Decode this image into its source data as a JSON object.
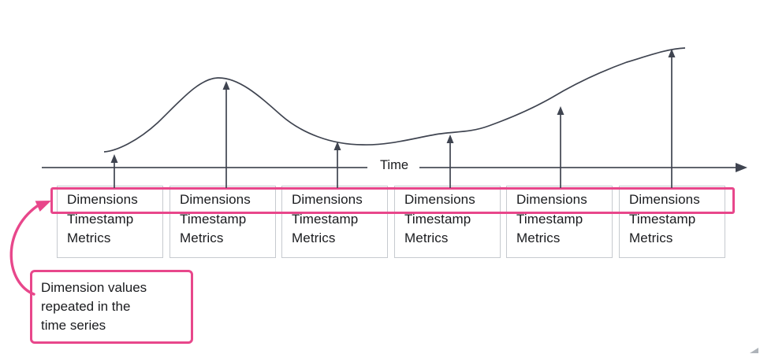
{
  "colors": {
    "accent_pink": "#e8478b",
    "diagram_line": "#3f4450",
    "box_border": "#c6cacf",
    "text": "#1a1b1e"
  },
  "axis": {
    "label": "Time"
  },
  "record_boxes": [
    {
      "rows": [
        "Dimensions",
        "Timestamp",
        "Metrics"
      ]
    },
    {
      "rows": [
        "Dimensions",
        "Timestamp",
        "Metrics"
      ]
    },
    {
      "rows": [
        "Dimensions",
        "Timestamp",
        "Metrics"
      ]
    },
    {
      "rows": [
        "Dimensions",
        "Timestamp",
        "Metrics"
      ]
    },
    {
      "rows": [
        "Dimensions",
        "Timestamp",
        "Metrics"
      ]
    },
    {
      "rows": [
        "Dimensions",
        "Timestamp",
        "Metrics"
      ]
    }
  ],
  "callout": {
    "lines": [
      "Dimension values",
      "repeated in the",
      "time series"
    ]
  }
}
